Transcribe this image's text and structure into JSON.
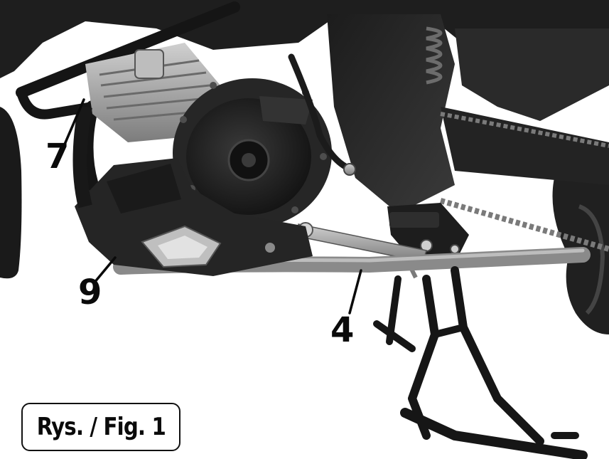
{
  "callouts": {
    "label_7": "7",
    "label_9": "9",
    "label_4": "4"
  },
  "caption": "Rys. / Fig. 1",
  "colors": {
    "background": "#ffffff",
    "ink": "#0a0a0a",
    "frame": "#1a1a1a",
    "engine": "#2b2b2b",
    "metal": "#9a9a9a",
    "skid_plate": "#262626",
    "chain": "#7a7a7a"
  }
}
